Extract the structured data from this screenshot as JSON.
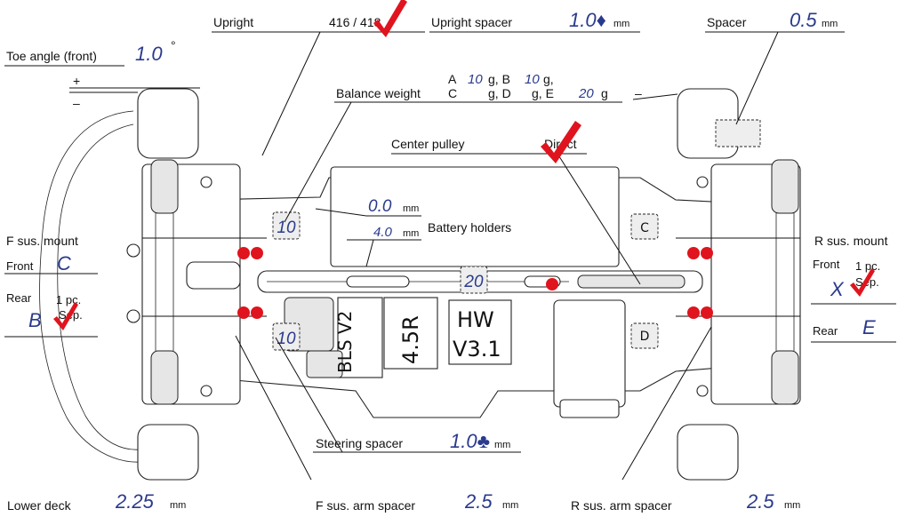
{
  "colors": {
    "ink": "#111111",
    "handwriting": "#2a3a8c",
    "check": "#e0141e",
    "dot": "#e0141e"
  },
  "top": {
    "upright": {
      "label": "Upright",
      "value": "416 / 418"
    },
    "upright_spacer": {
      "label": "Upright spacer",
      "value": "1.0♦",
      "unit": "mm"
    },
    "spacer": {
      "label": "Spacer",
      "value": "0.5",
      "unit": "mm"
    }
  },
  "toe": {
    "label": "Toe angle (front)",
    "value": "1.0",
    "unit": "°",
    "plus": "+",
    "minus": "–"
  },
  "balance": {
    "label": "Balance weight",
    "line1_prefix": "A",
    "a_value": "10",
    "line1_mid": "g, B",
    "b_value": "10",
    "line1_suffix": "g,",
    "line2_prefix": "C",
    "line2_mid": "g, D",
    "line2_mid2": "g, E",
    "e_value": "20",
    "line2_suffix": "g",
    "minus": "–"
  },
  "center_pulley": {
    "label": "Center pulley",
    "value": "Direct"
  },
  "battery": {
    "label": "Battery holders",
    "upper_value": "0.0",
    "lower_value": "4.0",
    "unit": "mm"
  },
  "f_sus_mount": {
    "title": "F sus. mount",
    "front_label": "Front",
    "front_value": "C",
    "rear_label": "Rear",
    "rear_opt1": "1 pc.",
    "rear_opt2": "Sep.",
    "rear_value": "B"
  },
  "r_sus_mount": {
    "title": "R sus. mount",
    "front_label": "Front",
    "front_opt1": "1 pc.",
    "front_opt2": "Sep.",
    "front_value": "X",
    "rear_label": "Rear",
    "rear_value": "E"
  },
  "chassis_boxes": {
    "c": "C",
    "d": "D",
    "w10a": "10",
    "w20": "20",
    "w10b": "10"
  },
  "motor": {
    "brand": "BLS V2",
    "turns": "4.5R",
    "esc": "HW",
    "esc_ver": "V3.1"
  },
  "steering_spacer": {
    "label": "Steering spacer",
    "value": "1.0♣",
    "unit": "mm"
  },
  "bottom": {
    "lower_deck": {
      "label": "Lower deck",
      "value": "2.25",
      "unit": "mm"
    },
    "f_arm_spacer": {
      "label": "F sus. arm spacer",
      "value": "2.5",
      "unit": "mm"
    },
    "r_arm_spacer": {
      "label": "R sus. arm spacer",
      "value": "2.5",
      "unit": "mm"
    }
  }
}
